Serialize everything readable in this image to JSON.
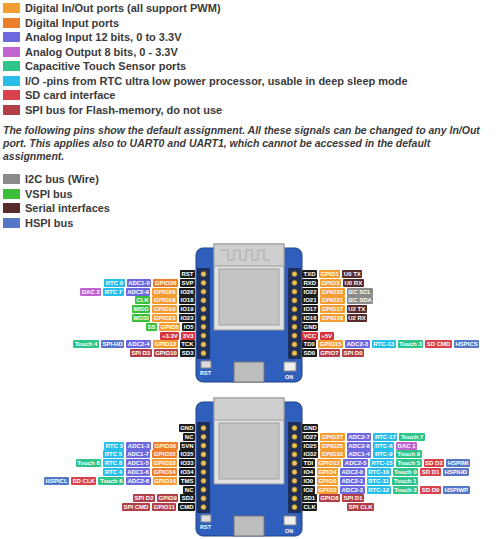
{
  "diagram": {
    "labels": [
      "The following pins show the default assignment. All these signals can be changed to any In/Out port. This applies also to UART0 and UART1, which cannot be accessed in the default assignment.",
      "RST",
      "TXD",
      "GPIO1",
      "U0 TX",
      "RTC 0",
      "ADC1-0",
      "GPIO36",
      "SVP",
      "RXD",
      "GPIO3",
      "U0 RX",
      "DAC 2",
      "RTC 7",
      "ADC2-9",
      "GPIO26",
      "IO26",
      "IO22",
      "GPIO22",
      "I2C SCL",
      "CLK",
      "GPIO18",
      "IO18",
      "IO21",
      "GPIO21",
      "I2C SDA",
      "MISO",
      "GPIO19",
      "IO19",
      "IO17",
      "GPIO17",
      "U2 TX",
      "MOSI",
      "GPIO23",
      "IO23",
      "IO16",
      "GPIO16",
      "U2 RX",
      "SS",
      "GPIO5",
      "IO5",
      "GND",
      "+3.3V",
      "3V3",
      "VCC",
      "+5V",
      "Touch 4",
      "SPI-HD",
      "ADC2-4",
      "GPIO13",
      "TCK",
      "TD0",
      "GPIO15",
      "ADC2-3",
      "RTC-13",
      "Touch 3",
      "SD CMD",
      "HSPICS",
      "SPI D3",
      "GPIO10",
      "SD3",
      "SD0",
      "GPIO7",
      "SPI D0",
      "RST",
      "ON",
      "GND",
      "GND",
      "NC",
      "IO27",
      "GPIO27",
      "ADC2-7",
      "RTC-17",
      "Touch 7",
      "RTC 3",
      "ADC1-3",
      "GPIO39",
      "SVN",
      "IO25",
      "GPIO25",
      "ADC2-8",
      "RTC-6",
      "DAC 1",
      "RTC 5",
      "ADC1-7",
      "GPIO35",
      "IO35",
      "IO32",
      "GPIO32",
      "ADC1-4",
      "RTC-9",
      "Touch 9",
      "Touch 8",
      "RTC 8",
      "ADC1-5",
      "GPIO33",
      "IO33",
      "TDI",
      "GPIO12",
      "ADC2-5",
      "RTC-15",
      "Touch 5",
      "SD D2",
      "HSPIMI",
      "RTC 4",
      "ADC1-6",
      "GPIO34",
      "IO34",
      "IO4",
      "GPIO4",
      "ADC2-0",
      "RTC-10",
      "Touch 0",
      "SD D1",
      "HSPIHD",
      "HSPICL",
      "SD CLK",
      "Touch 6",
      "ADC2-6",
      "GPIO14",
      "TMS",
      "IO0",
      "GPIO0",
      "ADC2-1",
      "RTC-11",
      "Touch 1",
      "NC",
      "IO2",
      "GPIO2",
      "ADC2-2",
      "RTC-12",
      "Touch 2",
      "SD D0",
      "HSPIWP",
      "SPI D2",
      "GPIO9",
      "SD2",
      "SD1",
      "GPIO8",
      "SPI D1",
      "SPI CMD",
      "GPIO11",
      "CMD",
      "CLK",
      "SPI CLK",
      "RST",
      "ON"
    ],
    "legend": [
      {
        "text": "Digital In/Out ports (all support PWM)",
        "color": "#F39C2F"
      },
      {
        "text": "Digital Input ports",
        "color": "#EE7F2A"
      },
      {
        "text": "Analog Input 12 bits, 0 to 3.3V",
        "color": "#6E68DD"
      },
      {
        "text": "Analog Output 8 bits, 0 - 3.3V",
        "color": "#C064D2"
      },
      {
        "text": "Capacitive Touch Sensor ports",
        "color": "#2FC58A"
      },
      {
        "text": "I/O -pins from RTC ultra low power processor, usable in deep sleep mode",
        "color": "#27BFEA"
      },
      {
        "text": "SD card interface",
        "color": "#D8424C"
      },
      {
        "text": "SPI bus for Flash-memory, do not use",
        "color": "#B23F48"
      },
      {
        "text": "I2C bus (Wire)",
        "color": "#8A8A8A"
      },
      {
        "text": "VSPI bus",
        "color": "#3BBF3B"
      },
      {
        "text": "Serial interfaces",
        "color": "#5A2B2B"
      },
      {
        "text": "HSPI bus",
        "color": "#5577C6"
      }
    ]
  }
}
